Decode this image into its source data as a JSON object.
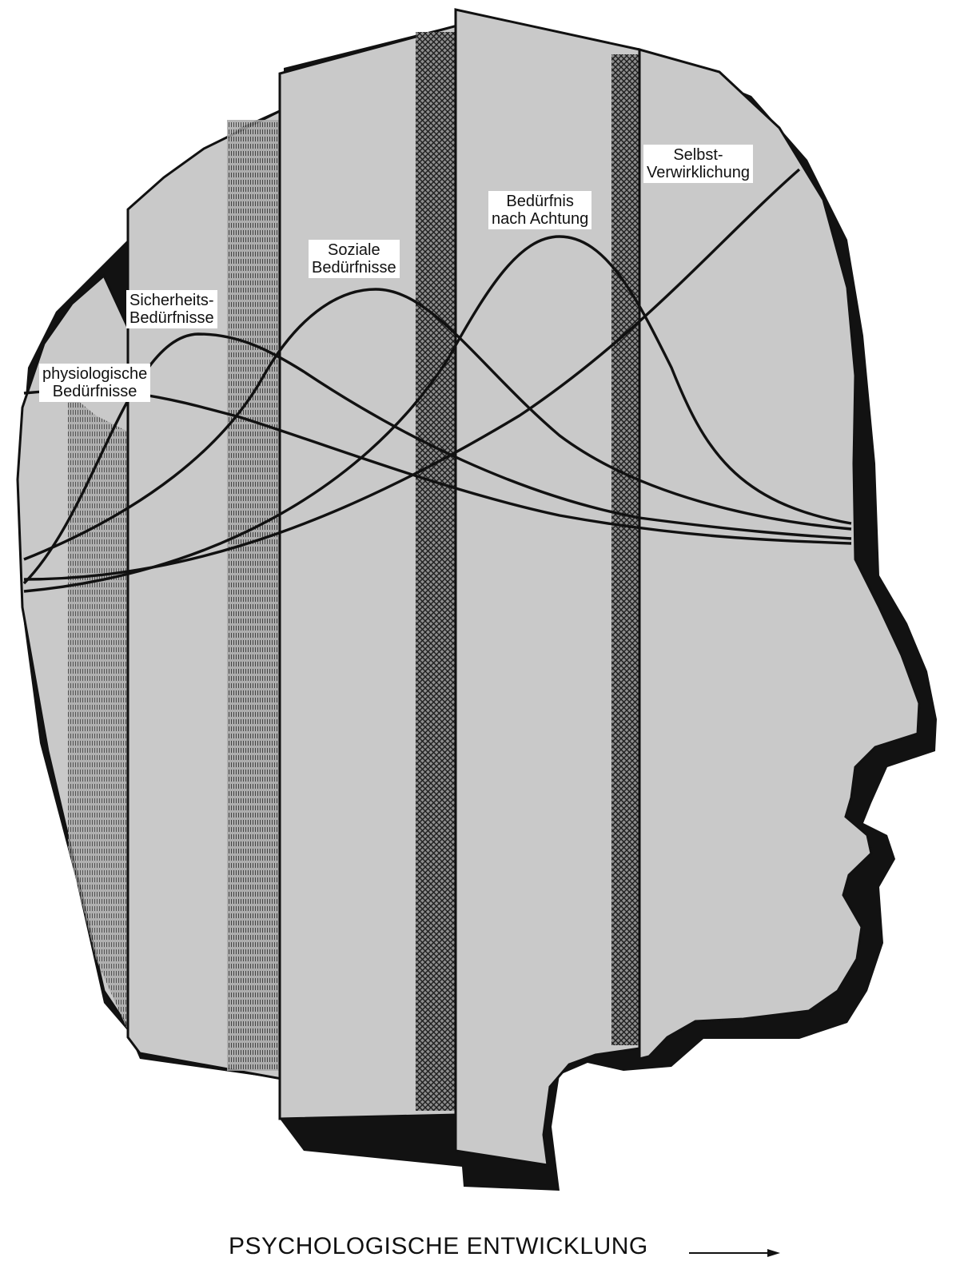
{
  "labels": {
    "physiological": [
      "physiologische",
      "Bedürfnisse"
    ],
    "safety": [
      "Sicherheits-",
      "Bedürfnisse"
    ],
    "social": [
      "Soziale",
      "Bedürfnisse"
    ],
    "esteem": [
      "Bedürfnis",
      "nach Achtung"
    ],
    "self_actualization": [
      "Selbst-",
      "Verwirklichung"
    ]
  },
  "axis": {
    "caption": "PSYCHOLOGISCHE ENTWICKLUNG",
    "arrow": "right-arrow-icon"
  },
  "colors": {
    "panel_fill": "#c9c9c9",
    "ink": "#111111",
    "background": "#ffffff"
  }
}
